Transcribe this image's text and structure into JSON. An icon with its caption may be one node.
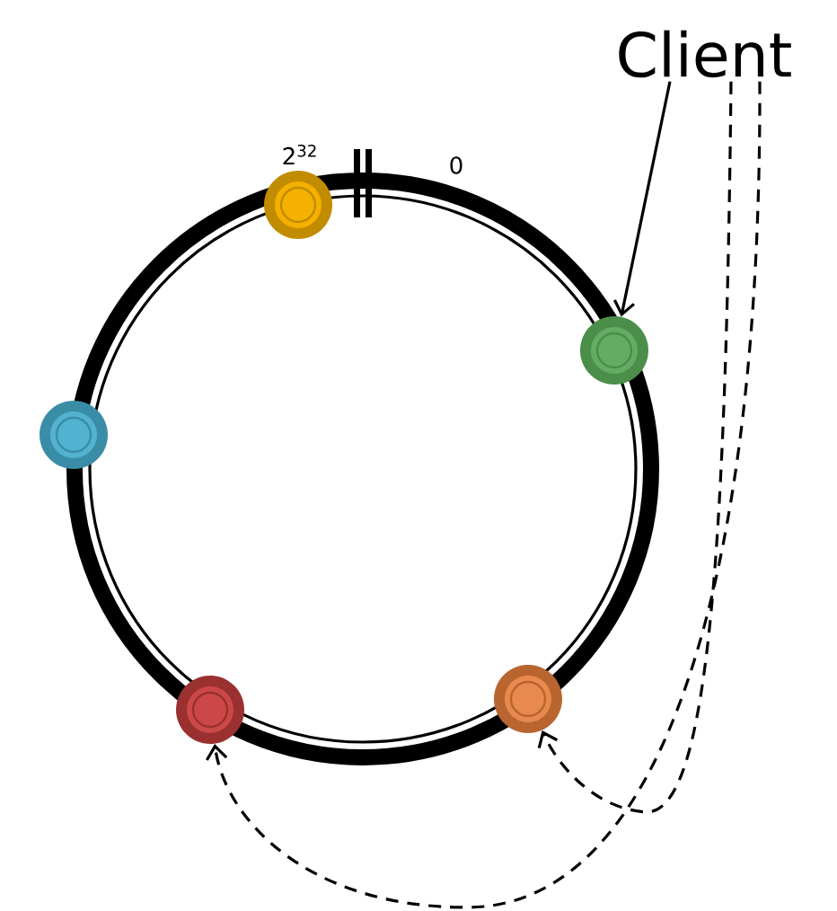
{
  "diagram": {
    "nodes": [
      {
        "text": [],
        "shape": "circle"
      },
      {
        "text": [],
        "shape": "circle"
      },
      {
        "text": [],
        "shape": "circle"
      },
      {
        "text": [],
        "shape": "circle"
      },
      {
        "text": [],
        "shape": "circle"
      },
      {
        "text": [
          "Client"
        ]
      }
    ],
    "edges": [
      {
        "from": 5,
        "to": 4,
        "arrow": "to"
      },
      {
        "from": 5,
        "to": 3,
        "arrow": "to",
        "style": "dashed"
      },
      {
        "from": 5,
        "to": 1,
        "arrow": "to",
        "style": "dashed"
      }
    ],
    "labels": [
      "2$^{32}$",
      "0"
    ]
  }
}
